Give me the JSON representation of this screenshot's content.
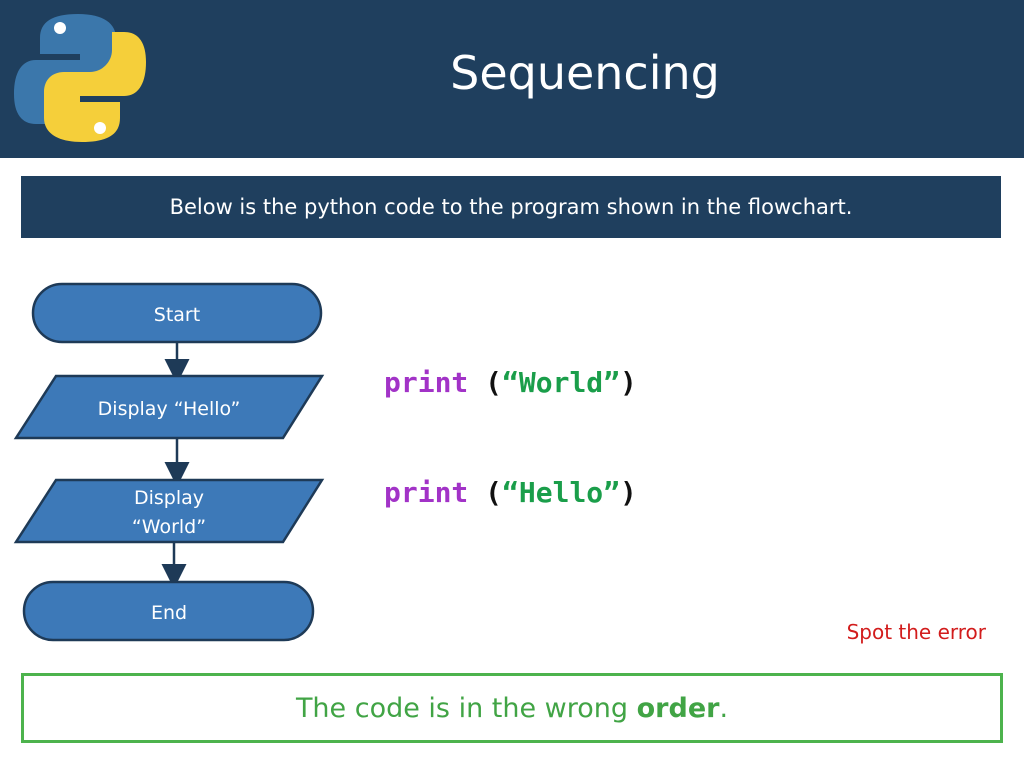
{
  "header": {
    "title": "Sequencing",
    "logo_icon": "python-logo-icon"
  },
  "banner": {
    "text": "Below is the python code to the program shown in the flowchart."
  },
  "flowchart": {
    "start": "Start",
    "step1": "Display “Hello”",
    "step2_line1": "Display",
    "step2_line2": "“World”",
    "end": "End",
    "fill_color": "#3d79b8",
    "stroke_color": "#1e3a57"
  },
  "code": {
    "line1": {
      "keyword": "print",
      "open": "(",
      "string": "“World”",
      "close": ")"
    },
    "line2": {
      "keyword": "print",
      "open": "(",
      "string": "“Hello”",
      "close": ")"
    }
  },
  "hint": {
    "text": "Spot the error"
  },
  "answer": {
    "prefix": "The code is in the wrong ",
    "emphasis": "order",
    "suffix": "."
  },
  "colors": {
    "header_bg": "#1f3f5e",
    "keyword": "#a233c7",
    "string": "#1a9e4a",
    "hint": "#d21c1c",
    "answer": "#41a445"
  }
}
